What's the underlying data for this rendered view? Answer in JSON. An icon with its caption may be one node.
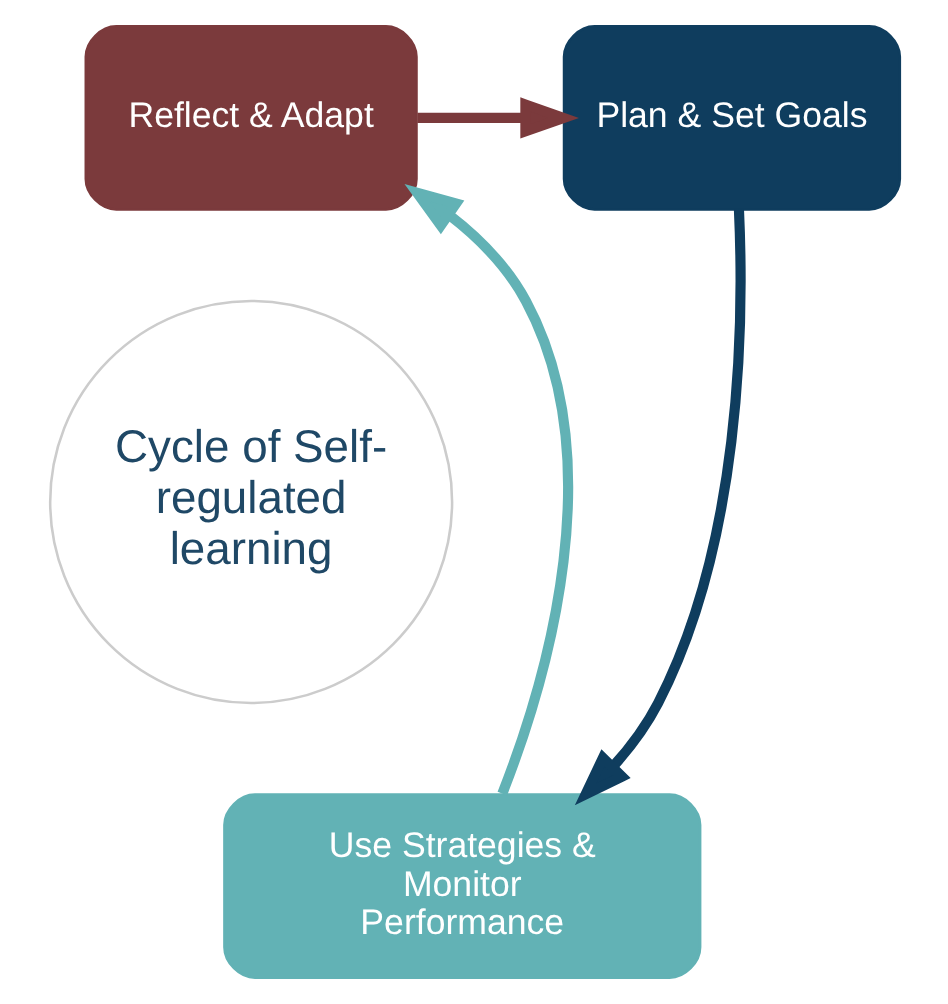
{
  "diagram": {
    "nodes": [
      {
        "text": [
          "Reflect & Adapt"
        ]
      },
      {
        "text": [
          "Plan & Set Goals"
        ]
      },
      {
        "text": [
          "Cycle of Self-regulated learning"
        ]
      },
      {
        "text": [
          "Use Strategies & Monitor Performance"
        ]
      }
    ],
    "edges": [
      {
        "from": 0,
        "to": 1,
        "arrow": "to",
        "color": "#7b3a3c"
      },
      {
        "from": 1,
        "to": 3,
        "arrow": "to",
        "color": "#0f3d5e"
      },
      {
        "from": 3,
        "to": 0,
        "arrow": "to",
        "color": "#62b2b5"
      }
    ]
  }
}
